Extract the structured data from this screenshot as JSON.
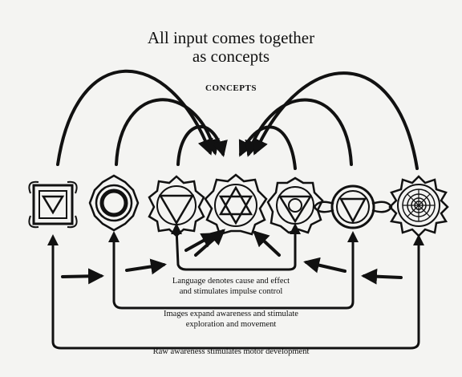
{
  "diagram": {
    "title_line1": "All input comes together",
    "title_line2": "as concepts",
    "concepts_label": "CONCEPTS",
    "captions": [
      "Language denotes cause and effect",
      "and stimulates impulse control",
      "Images expand awareness and stimulate",
      "exploration and movement",
      "Raw awareness stimulates motor development"
    ],
    "chakra_icons": [
      "root-chakra-icon",
      "sacral-chakra-icon",
      "solar-plexus-chakra-icon",
      "heart-chakra-icon",
      "throat-chakra-icon",
      "third-eye-chakra-icon",
      "crown-chakra-icon"
    ],
    "ink_color": "#111111",
    "paper_color": "#f4f4f2"
  }
}
